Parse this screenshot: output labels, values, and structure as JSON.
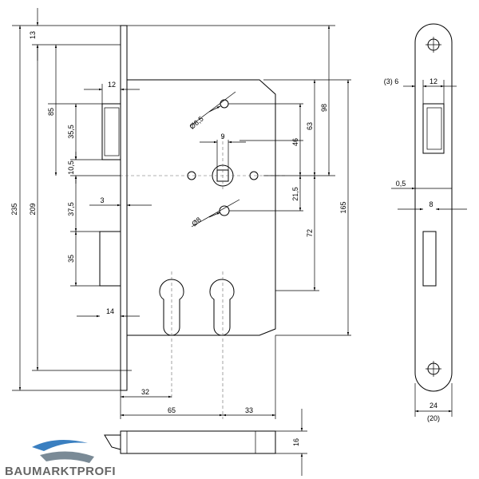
{
  "dimensions": {
    "total_height": "235",
    "height_209": "209",
    "top_13": "13",
    "d85": "85",
    "d35_5": "35,5",
    "d10_5": "10,5",
    "d37_5": "37,5",
    "d35": "35",
    "d12_top": "12",
    "d3": "3",
    "d14": "14",
    "d6_5": "Ø6,5",
    "d9": "9",
    "d8": "Ø8",
    "d98": "98",
    "d63": "63",
    "d46": "46",
    "d21_5": "21,5",
    "d72": "72",
    "d165": "165",
    "d32": "32",
    "d65": "65",
    "d33": "33",
    "d16": "16",
    "side_3_6": "(3) 6",
    "side_12": "12",
    "side_0_5": "0,5",
    "side_8": "8",
    "side_24": "24",
    "side_20": "(20)"
  },
  "brand": {
    "logo_text": "BAUMARKTPROFI",
    "logo_color": "#3a7fc0"
  }
}
